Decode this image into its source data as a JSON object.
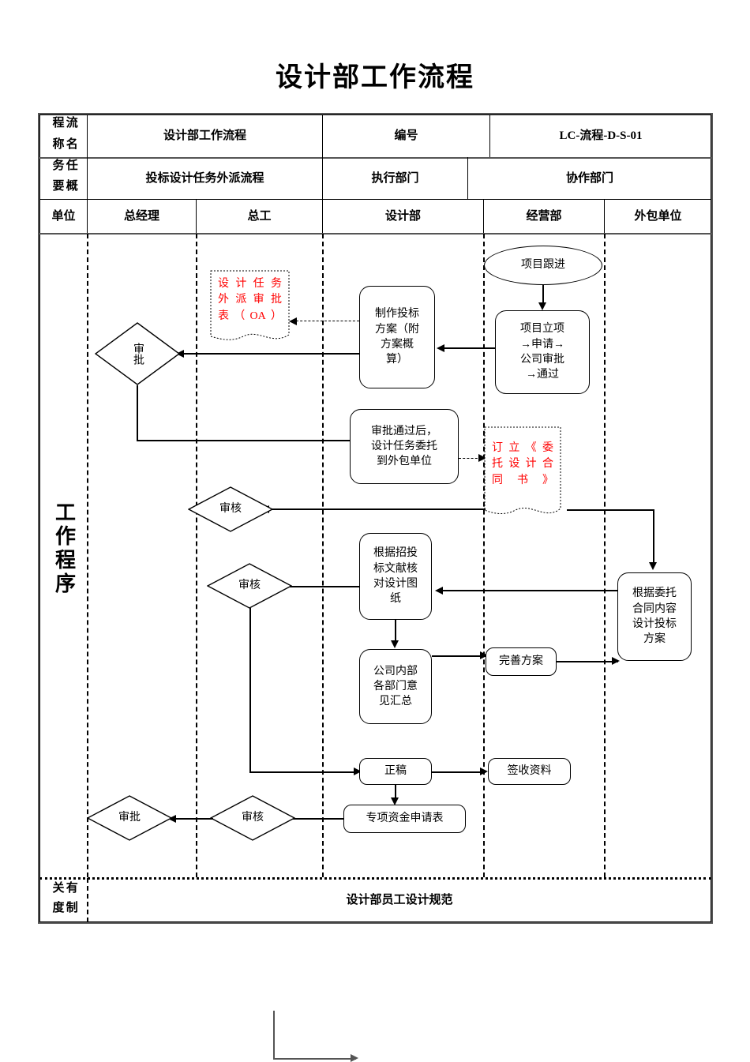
{
  "document": {
    "title": "设计部工作流程"
  },
  "header": {
    "row1": {
      "label": "流程\n名称",
      "label_chars": [
        "流程",
        "名称"
      ],
      "value": "设计部工作流程",
      "field_label": "编号",
      "field_value": "LC-流程-D-S-01"
    },
    "row2": {
      "label_chars": [
        "任务",
        "概要"
      ],
      "value": "投标设计任务外派流程",
      "col3": "执行部门",
      "col4": "协作部门"
    },
    "row3": {
      "label": "单位",
      "columns": [
        "总经理",
        "总工",
        "设计部",
        "经营部",
        "外包单位"
      ]
    }
  },
  "body": {
    "side_label": "工作程序",
    "footer_label_chars": [
      "有关",
      "制度"
    ],
    "footer_value": "设计部员工设计规范"
  },
  "flow": {
    "n1": "项目跟进",
    "n2": "项目立项→申请→公司审批→通过",
    "n2_lines": [
      "项目立项",
      "→申请→",
      "公司审批",
      "→通过"
    ],
    "n3_lines": [
      "制作投标",
      "方案（附",
      "方案概",
      "算）"
    ],
    "n4_red_lines": [
      "设计任务",
      "外派审批",
      "表（OA）"
    ],
    "n5": "审批",
    "n6_lines": [
      "审批通过后，",
      "设计任务委托",
      "到外包单位"
    ],
    "n7_red_lines": [
      "订立《委",
      "托设计合",
      "同书》"
    ],
    "n8": "审核",
    "n9_lines": [
      "根据招投",
      "标文献核",
      "对设计图",
      "纸"
    ],
    "n10": "审核",
    "n11_lines": [
      "根据委托",
      "合同内容",
      "设计投标",
      "方案"
    ],
    "n12_lines": [
      "公司内部",
      "各部门意",
      "见汇总"
    ],
    "n13": "完善方案",
    "n14": "正稿",
    "n15": "签收资料",
    "n16": "专项资金申请表",
    "n17": "审核",
    "n18": "审批"
  },
  "colors": {
    "red_accent": "#ff0000",
    "line": "#000000",
    "frame": "#555555"
  }
}
